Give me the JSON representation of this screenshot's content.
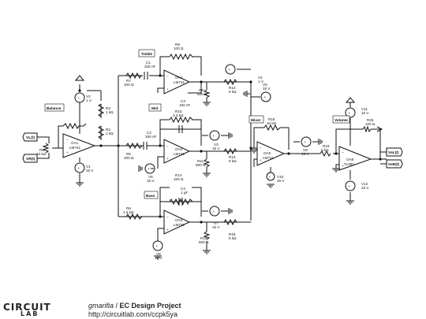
{
  "schematic": {
    "labels": {
      "treble": "Treble",
      "mid": "Mid",
      "bass": "Bass",
      "balance": "Balance",
      "mixer": "Mixer",
      "volume": "Volume",
      "vl": "VL(t)",
      "vr": "VR(t)",
      "vol": "VoL(t)",
      "vor": "VoR(t)"
    },
    "parts": {
      "oa1": "OA1",
      "oa2": "OA2",
      "oa3": "OA3",
      "oa4": "OA4",
      "oa5": "OA5",
      "oa6": "OA6",
      "lm741": "LM741",
      "tl082": "TL082",
      "r1": "R1",
      "r1v": "10 kΩ",
      "r2": "R2",
      "r2v": "1 kΩ",
      "r3": "R3",
      "r3v": "1 kΩ",
      "r5": "R5",
      "r5v": "200 Ω",
      "r6": "R6",
      "r6v": "1.5 kΩ",
      "r7": "R7",
      "r7v": "100 Ω",
      "r8": "R8",
      "r8v": "100 Ω",
      "r9": "R9",
      "r9v": "500 Ω",
      "r10": "R10",
      "r10v": "3.3 kΩ",
      "r11": "R11",
      "r11v": "500 Ω",
      "r12": "R12",
      "r12v": "5 kΩ",
      "r13": "R13",
      "r13v": "5 kΩ",
      "r14": "R14",
      "r14v": "100 Ω",
      "r15": "R15",
      "r15v": "500 Ω",
      "r16": "R16",
      "r16v": "5 kΩ",
      "r18": "R18",
      "r18v": "10 kΩ",
      "r19": "R19",
      "r19v": "5 kΩ",
      "r26": "R26",
      "r26v": "100 Ω",
      "c1": "C1",
      "c1v": "330 nF",
      "c2": "C2",
      "c2v": "150 nF",
      "c3": "C3",
      "c3v": "150 nF",
      "c4": "C4",
      "c4v": "1 µF",
      "v1": "V1",
      "v2": "V2",
      "v3": "V3",
      "v4": "V4",
      "v5": "V5",
      "v6": "V6",
      "v7": "V7",
      "v8": "V8",
      "v9": "V9",
      "v10": "V10",
      "v11": "V11",
      "v12": "V12",
      "v15": "15 V",
      "v1v": "1 V"
    }
  },
  "footer": {
    "logo_top": "CIRCUIT",
    "logo_bottom": "LAB",
    "author": "gmarifia",
    "separator": " / ",
    "title": "EC Design Project",
    "url": "http://circuitlab.com/ccpk5ya"
  }
}
